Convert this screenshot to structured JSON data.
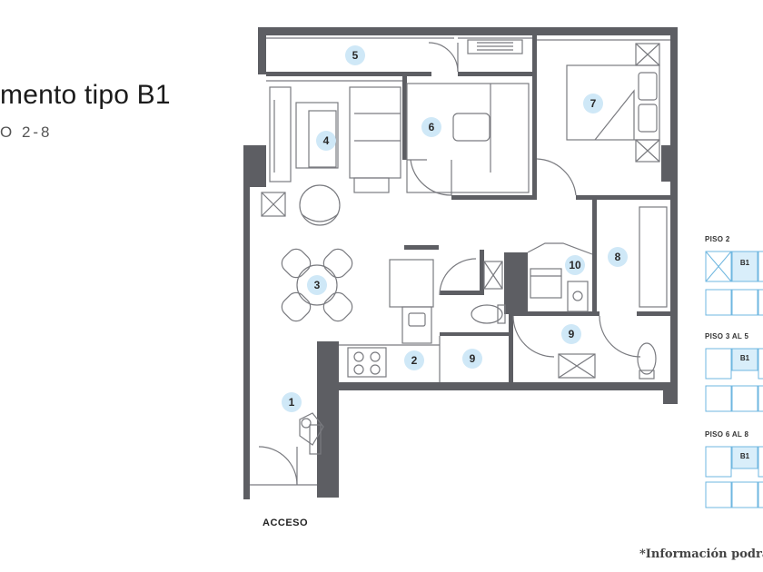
{
  "title": "mento tipo B1",
  "subtitle": "O 2-8",
  "access_label": "ACCESO",
  "footnote": "*Información podrá v",
  "room_numbers": [
    "1",
    "2",
    "3",
    "4",
    "5",
    "6",
    "7",
    "8",
    "9",
    "9",
    "10"
  ],
  "floors": [
    {
      "label": "PISO 2",
      "unit": "B1"
    },
    {
      "label": "PISO 3 AL 5",
      "unit": "B1"
    },
    {
      "label": "PISO 6 AL 8",
      "unit": "B1"
    }
  ],
  "colors": {
    "wall": "#5d5e63",
    "furniture": "#7a7b80",
    "badge": "#cfe8f7",
    "key_fill": "#d9eefa",
    "key_stroke": "#6fb7e0"
  }
}
